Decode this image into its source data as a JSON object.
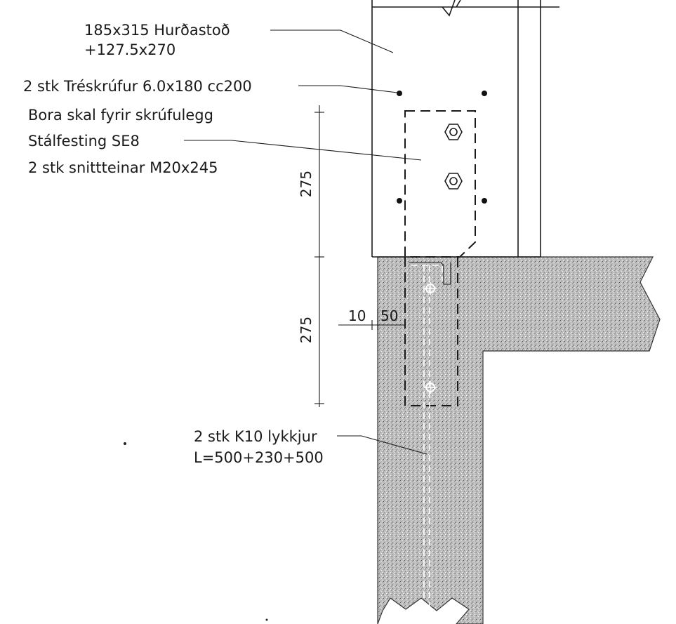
{
  "labels": {
    "post_line1": "185x315 Hurðastoð",
    "post_line2": "+127.5x270",
    "screws_line1": "2 stk Tréskrúfur 6.0x180 cc200",
    "screws_line2": "Bora skal fyrir skrúfulegg",
    "bracket_line1": "Stálfesting SE8",
    "bracket_line2": "2 stk snittteinar M20x245",
    "rebar_line1": "2 stk K10 lykkjur",
    "rebar_line2": "L=500+230+500"
  },
  "dimensions": {
    "upper": "275",
    "lower": "275",
    "offset_a": "10",
    "offset_b": "50"
  }
}
